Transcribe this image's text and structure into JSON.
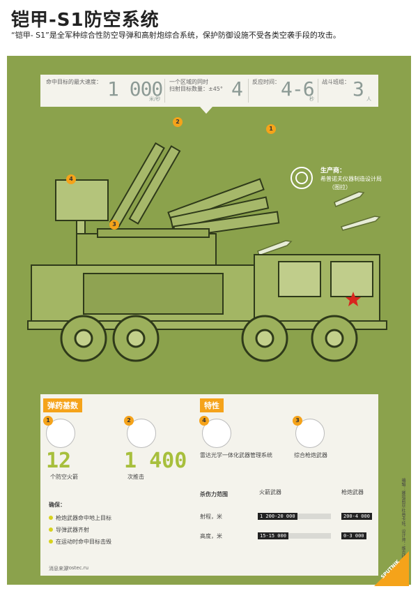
{
  "title": "铠甲-S1防空系统",
  "subtitle": "“铠甲- S1”是全军种综合性防空导弹和高射炮综合系统，保护防御设施不受各类空袭手段的攻击。",
  "stats": {
    "speed_label_1": "命中目标的最大速度：",
    "speed_value": "1 000",
    "speed_unit": "米/秒",
    "targets_label_1": "一个区域的同时",
    "targets_label_2": "扫射目标数量：±45°",
    "targets_value": "4",
    "reaction_label": "反应时间：",
    "reaction_value": "4-6",
    "reaction_unit": "秒",
    "crew_label": "战斗班组：",
    "crew_value": "3",
    "crew_unit": "人"
  },
  "producer": {
    "label": "生产商：",
    "name_1": "希普诺夫仪器制造设计局",
    "name_2": "（图拉）"
  },
  "markers": [
    "1",
    "2",
    "3",
    "4"
  ],
  "ammo": {
    "tag": "弹药基数",
    "missile_badge": "1",
    "missile_count": "12",
    "missile_desc": "个防空火箭",
    "shell_badge": "2",
    "shell_count": "1 400",
    "shell_desc": "次推击"
  },
  "features": {
    "tag": "特性",
    "radar_badge": "4",
    "radar_desc": "雷达光学一体化武器管理系统",
    "gun_badge": "3",
    "gun_desc": "综合枪炮武器"
  },
  "ensure": {
    "title": "确保：",
    "items": [
      "枪炮武器命中地上目标",
      "导弹武器齐射",
      "在运动时命中目标击毁"
    ]
  },
  "range_table": {
    "header": "杀伤力范围",
    "col_missile": "火箭武器",
    "col_gun": "枪炮武器",
    "row1_label": "射程，米",
    "row1_missile": "1 200-20 000",
    "row1_gun": "200-4 000",
    "row2_label": "高度，米",
    "row2_missile": "15-15 000",
    "row2_gun": "0-3 000"
  },
  "source": {
    "label": "消息来源",
    "value": "rostec.ru"
  },
  "credits": "编辑：娜塔莉亚·杜普卡娃，设计师：维克托·焦塔琴尔",
  "logo_text": "SPUTNIK",
  "colors": {
    "panel": "#8ba24c",
    "accent": "#f5a31a",
    "number": "#a7bf3c",
    "star": "#d8261f"
  }
}
